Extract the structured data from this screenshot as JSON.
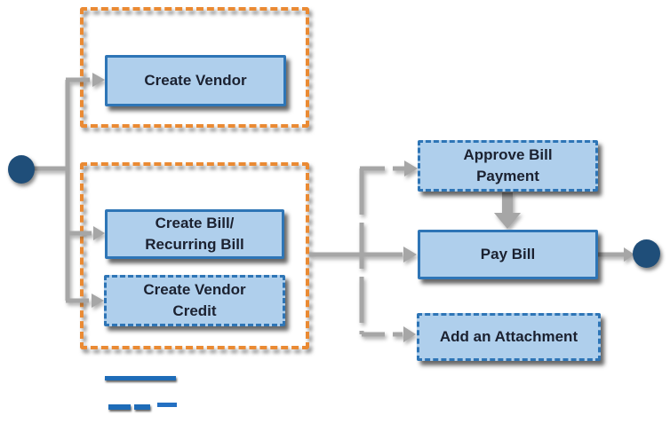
{
  "diagram": {
    "type": "flowchart",
    "background_color": "#FFFFFF",
    "colors": {
      "node_fill": "#AFCFEC",
      "node_border_blue": "#2E75B6",
      "group_border_orange": "#EA8A33",
      "connector_gray": "#A6A6A6",
      "terminal_navy": "#1F4E79",
      "legend_line_blue": "#1E6CB8",
      "text": "#1B2130"
    }
  },
  "nodes": {
    "create_vendor": {
      "label": "Create Vendor",
      "border_style": "solid"
    },
    "create_bill": {
      "label": "Create Bill/\nRecurring Bill",
      "border_style": "solid"
    },
    "create_vendor_credit": {
      "label": "Create Vendor\nCredit",
      "border_style": "dashed"
    },
    "approve_bill_payment": {
      "label": "Approve Bill\nPayment",
      "border_style": "dashed"
    },
    "pay_bill": {
      "label": "Pay Bill",
      "border_style": "solid"
    },
    "add_attachment": {
      "label": "Add an Attachment",
      "border_style": "dashed"
    }
  },
  "terminals": {
    "start": "start-node",
    "end": "end-node"
  },
  "legend": {
    "solid_sample": "solid-blue-line",
    "dashed_sample": "dashed-blue-line"
  }
}
